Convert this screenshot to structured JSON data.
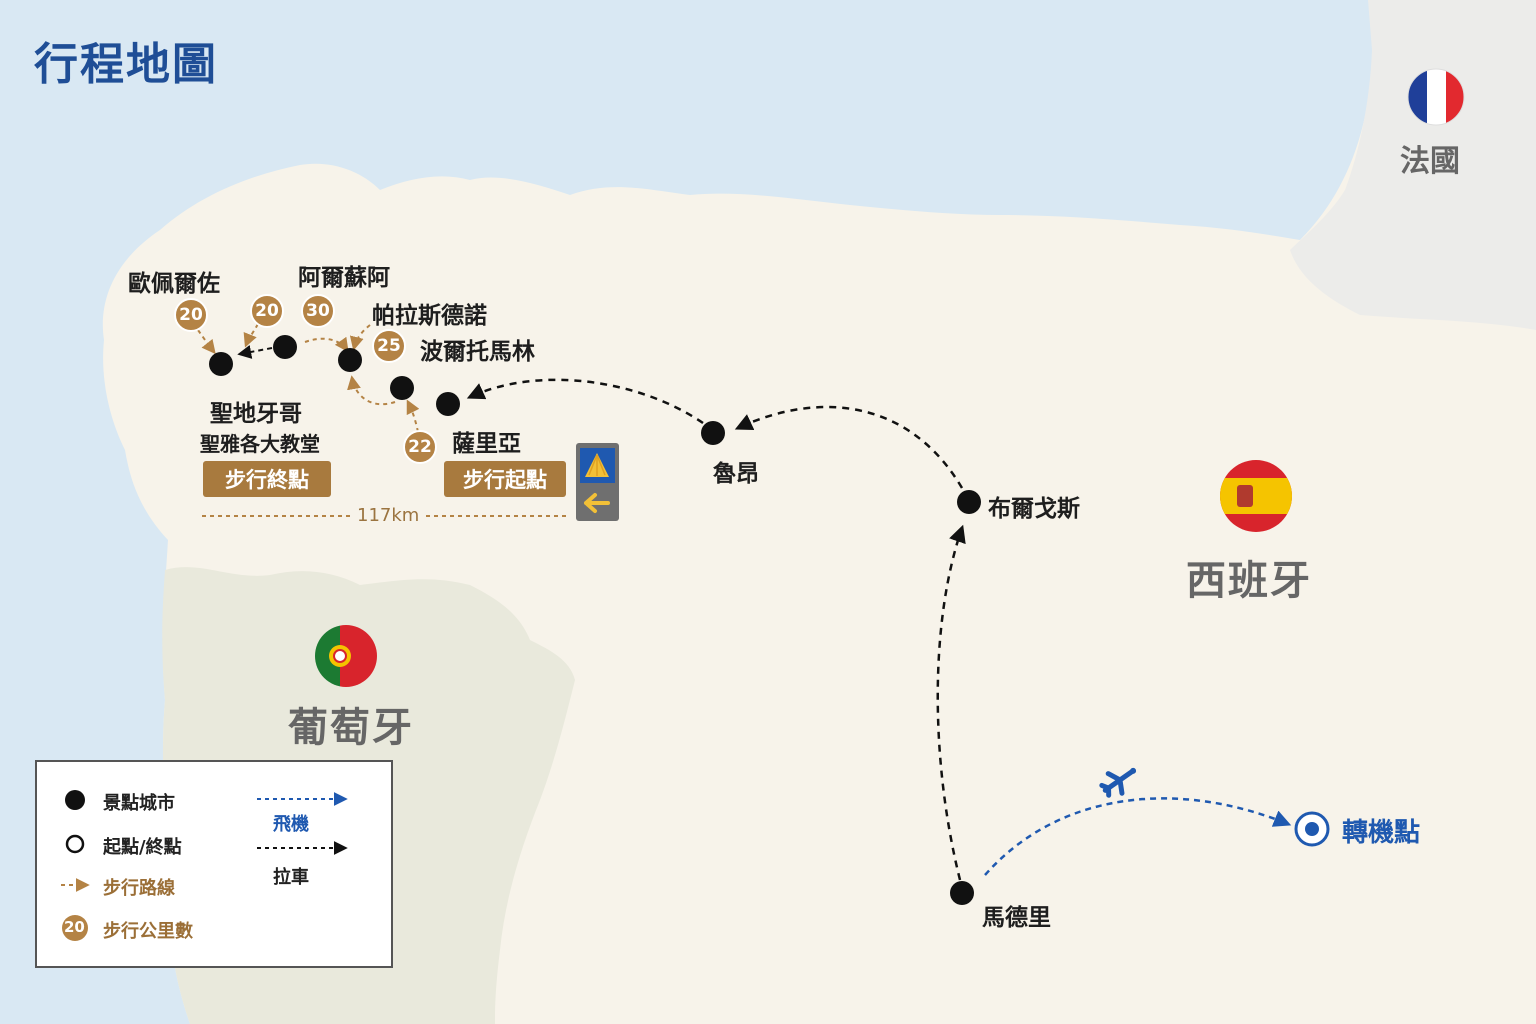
{
  "title": "行程地圖",
  "colors": {
    "sea": "#d9e8f3",
    "land": "#f7f3ea",
    "portugal": "#e9e9dc",
    "france": "#eeeeea",
    "walk": "#b48345",
    "plane": "#1f59b0",
    "car": "#111111"
  },
  "countries": {
    "france": "法國",
    "spain": "西班牙",
    "portugal": "葡萄牙"
  },
  "flag_icons": [
    "france-flag-icon",
    "spain-flag-icon",
    "portugal-flag-icon"
  ],
  "cities": {
    "oporto_label": "歐佩爾佐",
    "arzua": "阿爾蘇阿",
    "palas": "帕拉斯德諾",
    "portomarin": "波爾托馬林",
    "santiago": "聖地牙哥",
    "santiago_sub": "聖雅各大教堂",
    "sarria": "薩里亞",
    "leon": "魯昂",
    "burgos": "布爾戈斯",
    "madrid": "馬德里",
    "transfer": "轉機點"
  },
  "walk_km": [
    "20",
    "20",
    "30",
    "25",
    "22"
  ],
  "tags": {
    "end": "步行終點",
    "start": "步行起點"
  },
  "walk_distance": "117km",
  "legend": {
    "city": "景點城市",
    "startend": "起點/終點",
    "walk": "步行路線",
    "km_sample": "20",
    "km": "步行公里數",
    "plane": "飛機",
    "car": "拉車"
  },
  "icons": [
    "airplane-icon",
    "scallop-shell-icon",
    "arrow-left-icon",
    "transfer-target-icon"
  ]
}
